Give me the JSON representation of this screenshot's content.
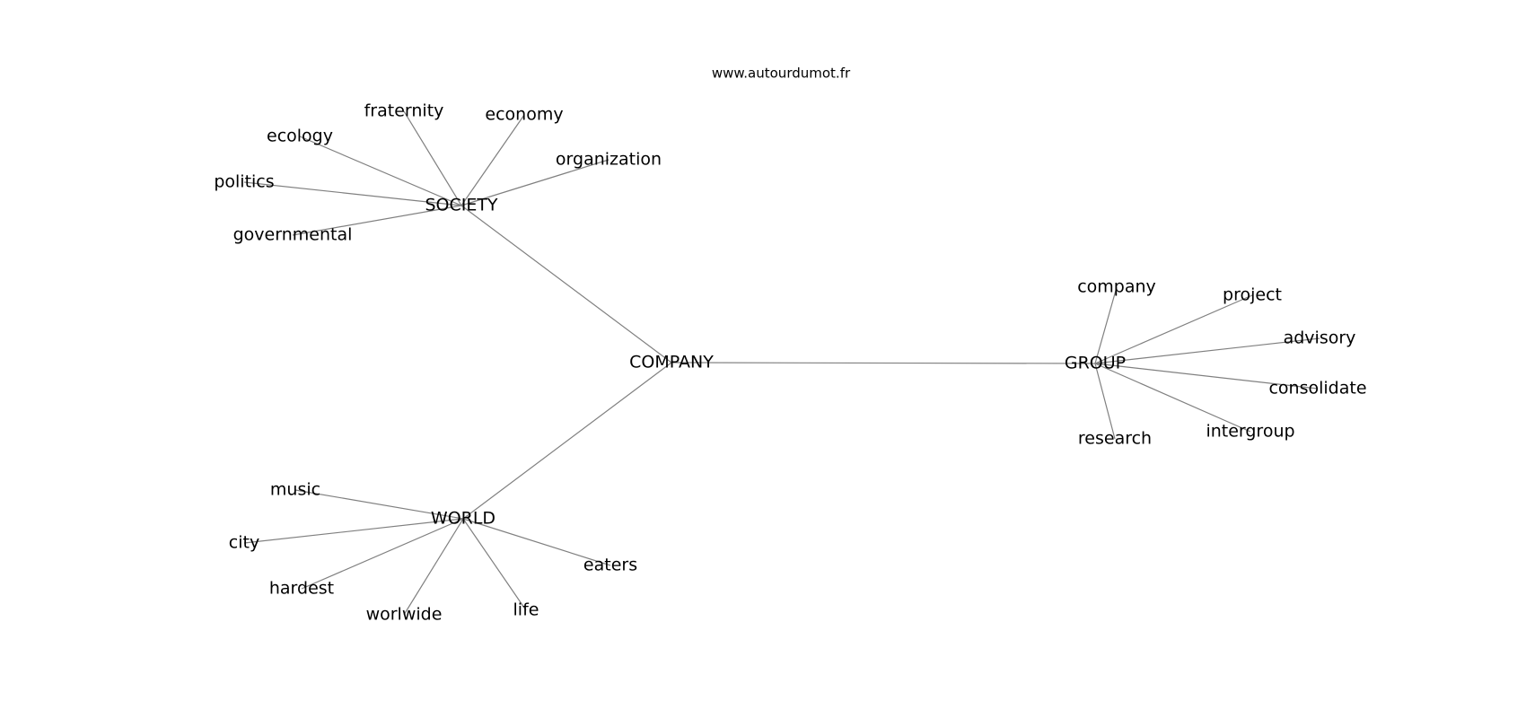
{
  "watermark": "www.autourdumot.fr",
  "graph": {
    "center": "COMPANY",
    "hubs": [
      {
        "label": "SOCIETY",
        "leaves": [
          "fraternity",
          "economy",
          "ecology",
          "organization",
          "politics",
          "governmental"
        ]
      },
      {
        "label": "GROUP",
        "leaves": [
          "company",
          "project",
          "advisory",
          "consolidate",
          "intergroup",
          "research"
        ]
      },
      {
        "label": "WORLD",
        "leaves": [
          "music",
          "city",
          "eaters",
          "hardest",
          "worlwide",
          "life"
        ]
      }
    ]
  }
}
